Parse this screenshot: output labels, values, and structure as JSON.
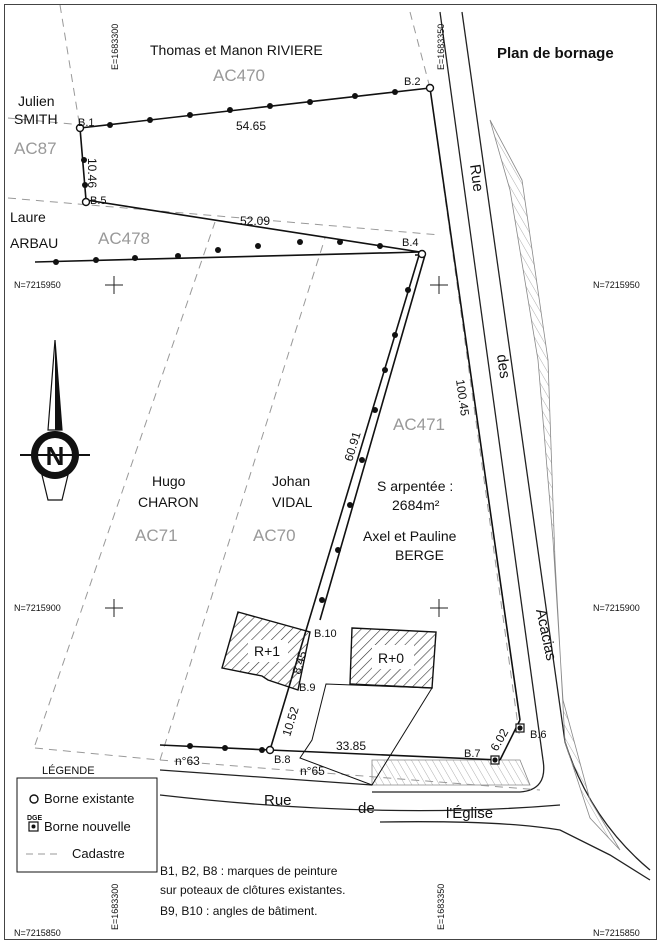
{
  "title": "Plan de bornage",
  "owners": {
    "riviere": "Thomas et Manon RIVIERE",
    "smith_first": "Julien",
    "smith_last": "SMITH",
    "arbau_first": "Laure",
    "arbau_last": "ARBAU",
    "charon_first": "Hugo",
    "charon_last": "CHARON",
    "vidal_first": "Johan",
    "vidal_last": "VIDAL",
    "berge_first": "Axel et Pauline",
    "berge_last": "BERGE"
  },
  "parcels": {
    "ac470": "AC470",
    "ac87": "AC87",
    "ac478": "AC478",
    "ac471": "AC471",
    "ac71": "AC71",
    "ac70": "AC70"
  },
  "area": {
    "label": "S arpentée :",
    "value": "2684m²"
  },
  "boundary_points": {
    "b1": "B.1",
    "b2": "B.2",
    "b4": "B.4",
    "b5": "B.5",
    "b6": "B.6",
    "b7": "B.7",
    "b8": "B.8",
    "b9": "B.9",
    "b10": "B.10"
  },
  "distances": {
    "d1": "54.65",
    "d2": "10.46",
    "d3": "52.09",
    "d4": "100.45",
    "d5": "60.91",
    "d6": "8.45",
    "d7": "10.52",
    "d8": "33.85",
    "d9": "6.02"
  },
  "buildings": {
    "left": "R+1",
    "right": "R+0"
  },
  "street_numbers": {
    "n63": "n°63",
    "n65": "n°65"
  },
  "streets": {
    "acacias_1": "Rue",
    "acacias_2": "des",
    "acacias_3": "Acacias",
    "eglise_1": "Rue",
    "eglise_2": "de",
    "eglise_3": "l'Église"
  },
  "grid": {
    "e_left": "E=1683300",
    "e_right": "E=1683350",
    "n_top": "N=7215950",
    "n_mid": "N=7215900",
    "n_bot": "N=7215850"
  },
  "north": "N",
  "legend": {
    "title": "LÉGENDE",
    "existing": "Borne existante",
    "dge": "DGE",
    "new": "Borne nouvelle",
    "cadastre": "Cadastre"
  },
  "notes": {
    "line1": "B1, B2, B8 : marques de peinture",
    "line2": "sur poteaux de clôtures existantes.",
    "line3": "B9, B10 : angles de bâtiment."
  }
}
